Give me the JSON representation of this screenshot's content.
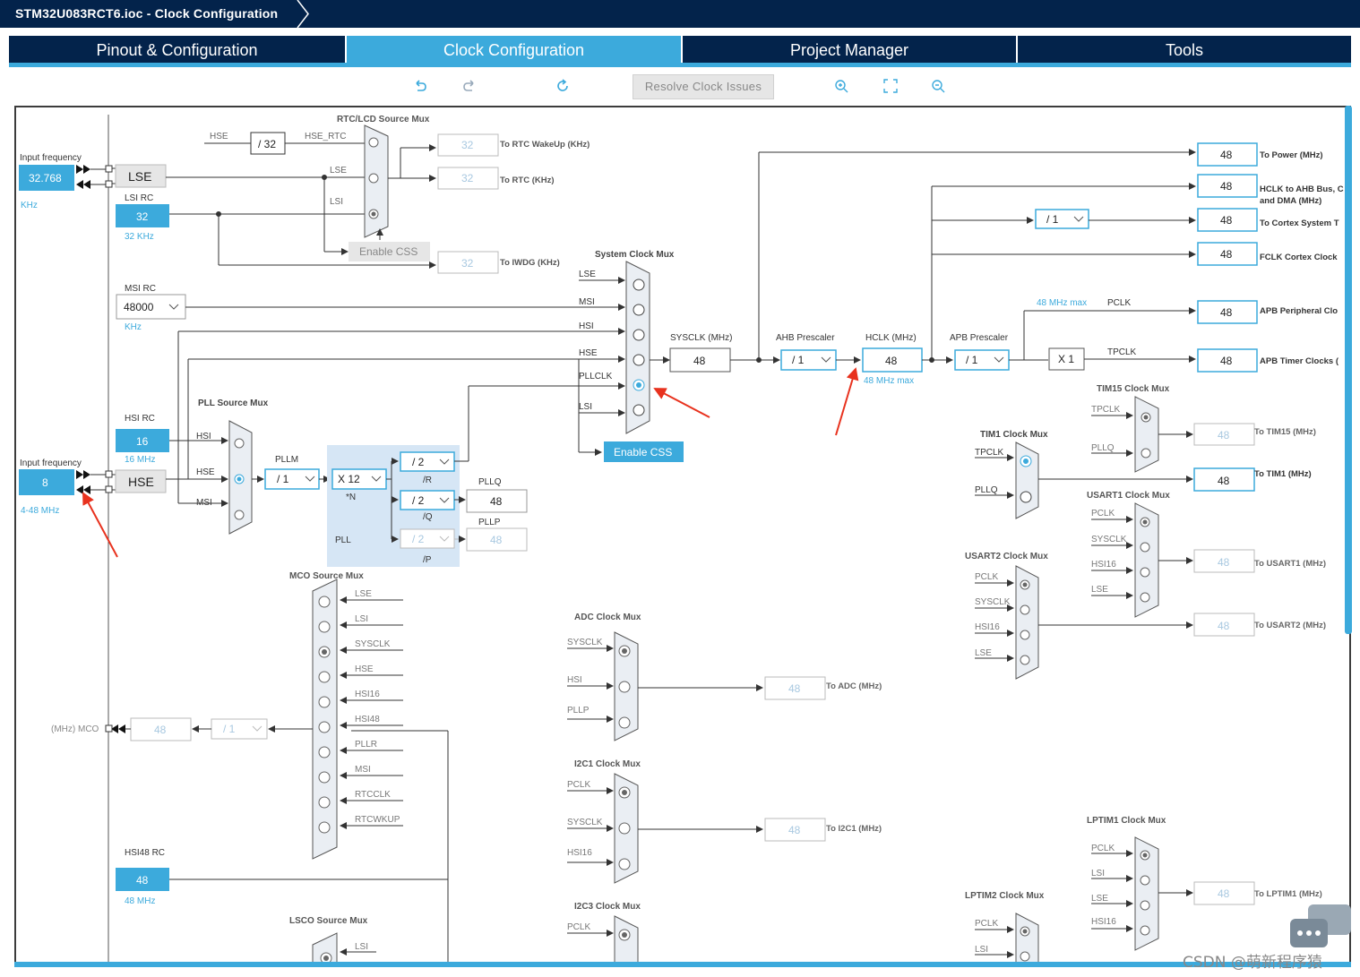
{
  "window": {
    "title": "STM32U083RCT6.ioc - Clock Configuration"
  },
  "tabs": [
    {
      "label": "Pinout & Configuration",
      "active": false
    },
    {
      "label": "Clock Configuration",
      "active": true
    },
    {
      "label": "Project Manager",
      "active": false
    },
    {
      "label": "Tools",
      "active": false
    }
  ],
  "toolbar": {
    "undo_icon": "undo-icon",
    "redo_icon": "redo-icon",
    "reset_icon": "refresh-icon",
    "resolve_label": "Resolve Clock Issues",
    "zoom_in_icon": "zoom-in-icon",
    "fit_icon": "fit-screen-icon",
    "zoom_out_icon": "zoom-out-icon"
  },
  "colors": {
    "accent": "#3caadc",
    "navy": "#03234b",
    "arrow": "#e8321e"
  },
  "diagram": {
    "lse_input_label": "Input frequency",
    "lse_input_value": "32.768",
    "lse_input_unit": "KHz",
    "lse": "LSE",
    "lsi_rc_label": "LSI RC",
    "lsi_value": "32",
    "lsi_unit": "32 KHz",
    "msi_rc_label": "MSI RC",
    "msi_value": "48000",
    "msi_unit": "KHz",
    "hsi_rc_label": "HSI RC",
    "hsi_value": "16",
    "hsi_unit": "16 MHz",
    "hse_input_label": "Input frequency",
    "hse_input_value": "8",
    "hse_input_unit": "4-48 MHz",
    "hse": "HSE",
    "hsi48_rc_label": "HSI48 RC",
    "hsi48_value": "48",
    "hsi48_unit": "48 MHz",
    "rtc_mux_title": "RTC/LCD Source Mux",
    "rtc_hse": "HSE",
    "rtc_div": "/ 32",
    "rtc_hse_rtc": "HSE_RTC",
    "rtc_lse": "LSE",
    "rtc_lsi": "LSI",
    "rtc_enable_css": "Enable CSS",
    "rtc_wakeup_value": "32",
    "rtc_wakeup_label": "To RTC WakeUp (KHz)",
    "rtc_value": "32",
    "rtc_label": "To RTC (KHz)",
    "iwdg_value": "32",
    "iwdg_label": "To IWDG (KHz)",
    "sys_mux_title": "System Clock Mux",
    "sys_lse": "LSE",
    "sys_msi": "MSI",
    "sys_hsi": "HSI",
    "sys_hse": "HSE",
    "sys_pllclk": "PLLCLK",
    "sys_lsi": "LSI",
    "sys_enable_css": "Enable CSS",
    "sysclk_label": "SYSCLK (MHz)",
    "sysclk_value": "48",
    "ahb_label": "AHB Prescaler",
    "ahb_value": "/ 1",
    "hclk_label": "HCLK (MHz)",
    "hclk_value": "48",
    "hclk_max": "48 MHz max",
    "apb_label": "APB Prescaler",
    "apb_value": "/ 1",
    "cortex_div": "/ 1",
    "pclk_max": "48 MHz max",
    "pclk": "PCLK",
    "tpclk": "TPCLK",
    "x1": "X 1",
    "out_power_value": "48",
    "out_power_label": "To Power (MHz)",
    "out_hclk_value": "48",
    "out_hclk_label1": "HCLK to AHB Bus, C",
    "out_hclk_label2": "and DMA (MHz)",
    "out_cortex_value": "48",
    "out_cortex_label": "To Cortex System T",
    "out_fclk_value": "48",
    "out_fclk_label": "FCLK Cortex Clock",
    "out_apbp_value": "48",
    "out_apbp_label": "APB Peripheral Clo",
    "out_apbt_value": "48",
    "out_apbt_label": "APB Timer Clocks (",
    "pll_src_title": "PLL Source Mux",
    "pll_hsi": "HSI",
    "pll_hse": "HSE",
    "pll_msi": "MSI",
    "pllm_label": "PLLM",
    "pllm_value": "/ 1",
    "pll_label": "PLL",
    "pll_n_value": "X 12",
    "pll_n_label": "*N",
    "pll_r_value": "/ 2",
    "pll_r_label": "/R",
    "pll_q_value": "/ 2",
    "pll_q_label": "/Q",
    "pll_p_value": "/ 2",
    "pll_p_label": "/P",
    "pllq_label": "PLLQ",
    "pllq_value": "48",
    "pllp_label": "PLLP",
    "pllp_value": "48",
    "mco_mux_title": "MCO Source Mux",
    "mco_items": [
      "LSE",
      "LSI",
      "SYSCLK",
      "HSE",
      "HSI16",
      "HSI48",
      "PLLR",
      "MSI",
      "RTCCLK",
      "RTCWKUP"
    ],
    "mco_label": "(MHz) MCO",
    "mco_value": "48",
    "mco_div": "/ 1",
    "lsco_mux_title": "LSCO Source Mux",
    "lsco_lsi": "LSI",
    "adc_mux_title": "ADC Clock Mux",
    "adc_items": [
      "SYSCLK",
      "HSI",
      "PLLP"
    ],
    "adc_value": "48",
    "adc_label": "To ADC (MHz)",
    "i2c1_mux_title": "I2C1 Clock Mux",
    "i2c1_items": [
      "PCLK",
      "SYSCLK",
      "HSI16"
    ],
    "i2c1_value": "48",
    "i2c1_label": "To I2C1 (MHz)",
    "i2c3_mux_title": "I2C3 Clock Mux",
    "i2c3_pclk": "PCLK",
    "tim15_mux_title": "TIM15 Clock Mux",
    "tim15_items": [
      "TPCLK",
      "PLLQ"
    ],
    "tim15_value": "48",
    "tim15_label": "To TIM15 (MHz)",
    "tim1_mux_title": "TIM1 Clock Mux",
    "tim1_items": [
      "TPCLK",
      "PLLQ"
    ],
    "tim1_value": "48",
    "tim1_label": "To TIM1 (MHz)",
    "usart1_mux_title": "USART1 Clock Mux",
    "usart1_items": [
      "PCLK",
      "SYSCLK",
      "HSI16",
      "LSE"
    ],
    "usart1_value": "48",
    "usart1_label": "To USART1 (MHz)",
    "usart2_mux_title": "USART2 Clock Mux",
    "usart2_items": [
      "PCLK",
      "SYSCLK",
      "HSI16",
      "LSE"
    ],
    "usart2_value": "48",
    "usart2_label": "To USART2 (MHz)",
    "lptim1_mux_title": "LPTIM1 Clock Mux",
    "lptim1_items": [
      "PCLK",
      "LSI",
      "LSE",
      "HSI16"
    ],
    "lptim1_value": "48",
    "lptim1_label": "To LPTIM1 (MHz)",
    "lptim2_mux_title": "LPTIM2 Clock Mux",
    "lptim2_items": [
      "PCLK",
      "LSI"
    ]
  },
  "watermark": "CSDN @萌新程序猿"
}
